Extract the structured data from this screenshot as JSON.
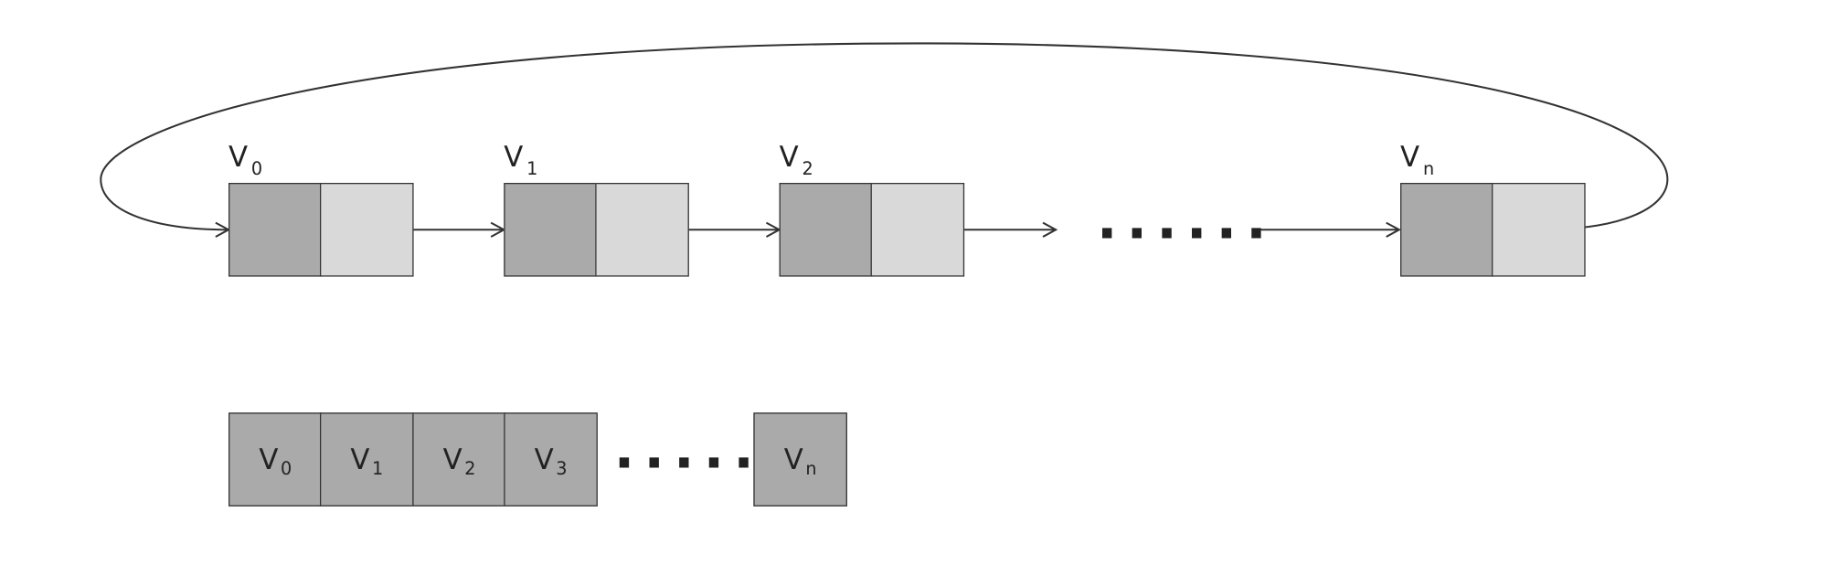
{
  "linked_list": {
    "nodes": [
      {
        "name": "V",
        "sub": "0"
      },
      {
        "name": "V",
        "sub": "1"
      },
      {
        "name": "V",
        "sub": "2"
      },
      {
        "name": "V",
        "sub": "n"
      }
    ],
    "ellipsis": "......"
  },
  "array": {
    "cells": [
      {
        "name": "V",
        "sub": "0"
      },
      {
        "name": "V",
        "sub": "1"
      },
      {
        "name": "V",
        "sub": "2"
      },
      {
        "name": "V",
        "sub": "3"
      }
    ],
    "ellipsis": "......",
    "last_cell": {
      "name": "V",
      "sub": "n"
    }
  },
  "colors": {
    "data_cell": "#aaaaaa",
    "pointer_cell": "#d9d9d9",
    "stroke": "#333333"
  }
}
